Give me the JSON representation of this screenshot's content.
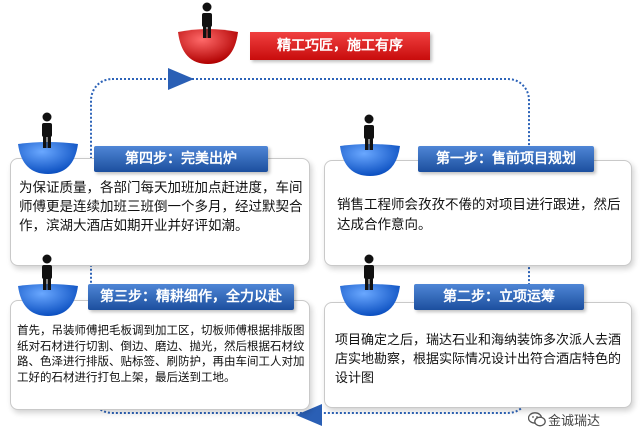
{
  "top": {
    "title": "精工巧匠，施工有序"
  },
  "steps": [
    {
      "label": "第一步：售前项目规划",
      "body": "销售工程师会孜孜不倦的对项目进行跟进，然后达成合作意向。"
    },
    {
      "label": "第二步：立项运筹",
      "body": "项目确定之后，瑞达石业和海纳装饰多次派人去酒店实地勘察，根据实际情况设计出符合酒店特色的设计图"
    },
    {
      "label": "第三步：精耕细作，全力以赴",
      "body": "首先，吊装师傅把毛板调到加工区，切板师傅根据排版图纸对石材进行切割、倒边、磨边、抛光，然后根据石材纹路、色泽进行排版、贴标签、刷防护，再由车间工人对加工好的石材进行打包上架，最后送到工地。"
    },
    {
      "label": "第四步：完美出炉",
      "body": "为保证质量，各部门每天加班加点赶进度，车间师傅更是连续加班三班倒一个多月，经过默契合作，滨湖大酒店如期开业并好评如潮。"
    }
  ],
  "watermark": {
    "text": "金诚瑞达",
    "icon": "wechat-icon"
  },
  "colors": {
    "accent_blue": "#1c4f9e",
    "accent_red": "#d01010"
  }
}
